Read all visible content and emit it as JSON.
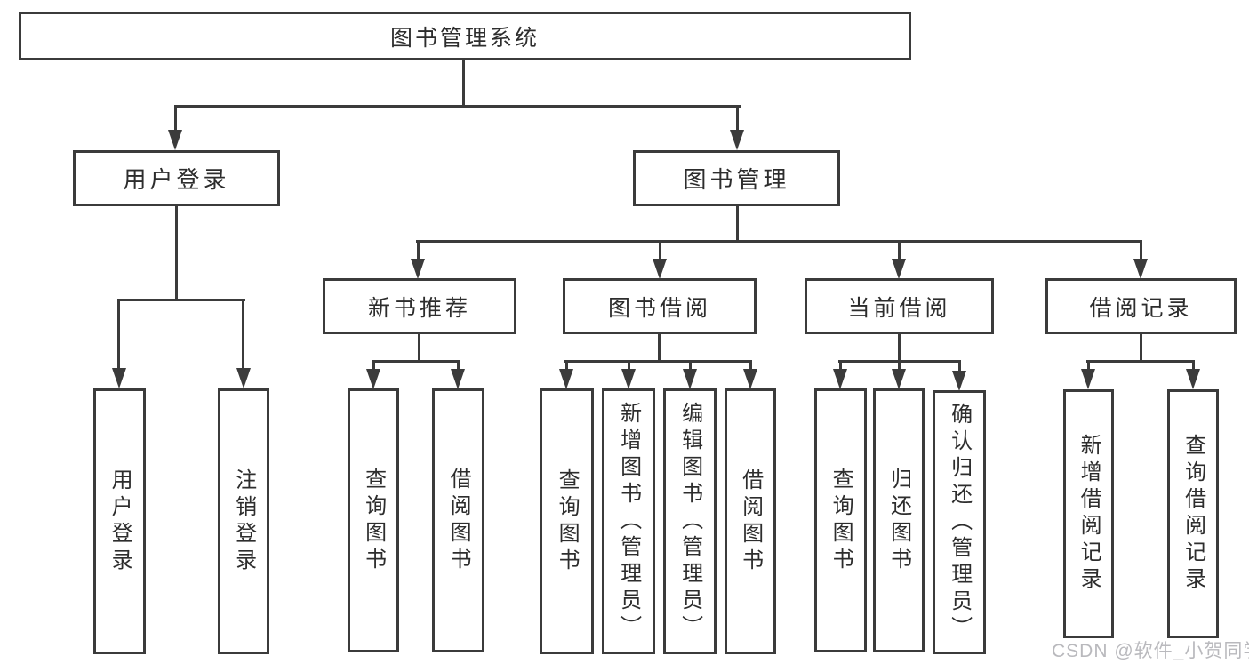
{
  "tree": {
    "root": {
      "label": "图书管理系统"
    },
    "level2": [
      {
        "label": "用户登录"
      },
      {
        "label": "图书管理"
      }
    ],
    "level3": [
      {
        "label": "新书推荐"
      },
      {
        "label": "图书借阅"
      },
      {
        "label": "当前借阅"
      },
      {
        "label": "借阅记录"
      }
    ],
    "leaves": [
      {
        "label": "用户登录"
      },
      {
        "label": "注销登录"
      },
      {
        "label": "查询图书"
      },
      {
        "label": "借阅图书"
      },
      {
        "label": "查询图书"
      },
      {
        "label": "新增图书（管理员）"
      },
      {
        "label": "编辑图书（管理员）"
      },
      {
        "label": "借阅图书"
      },
      {
        "label": "查询图书"
      },
      {
        "label": "归还图书"
      },
      {
        "label": "确认归还（管理员）"
      },
      {
        "label": "新增借阅记录"
      },
      {
        "label": "查询借阅记录"
      }
    ]
  },
  "watermark": {
    "text": "CSDN @软件_小贺同学"
  },
  "colors": {
    "line": "#3b3b3b",
    "text": "#2d2d2d",
    "watermark": "#b9b9bd",
    "background": "#ffffff"
  }
}
